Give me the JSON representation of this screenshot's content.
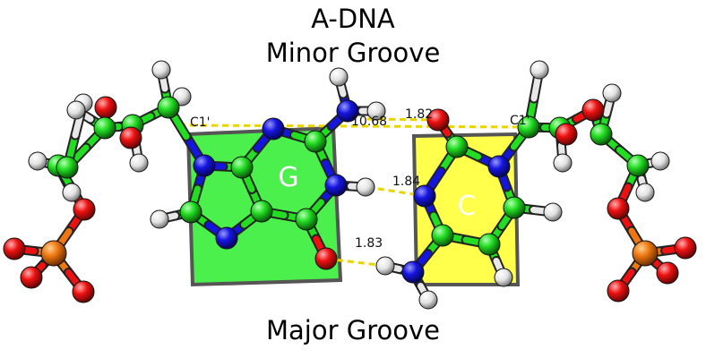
{
  "header": {
    "line1": "A-DNA",
    "line2": "Minor Groove"
  },
  "footer": {
    "label": "Major Groove"
  },
  "bases": {
    "guanine": "G",
    "cytosine": "C"
  },
  "labels": {
    "c1_left": "C1'",
    "c1_right": "C1'",
    "c1_distance": "10.68",
    "hbond_top": "1.82",
    "hbond_middle": "1.84",
    "hbond_bottom": "1.83"
  },
  "colors": {
    "carbon": "#22dd22",
    "nitrogen": "#1515e0",
    "oxygen": "#ee1111",
    "hydrogen": "#e8e8e8",
    "phosphorus": "#ee7711",
    "guanine_plate": "#33ee33",
    "cytosine_plate": "#ffff33",
    "hbond": "#e8d400"
  }
}
